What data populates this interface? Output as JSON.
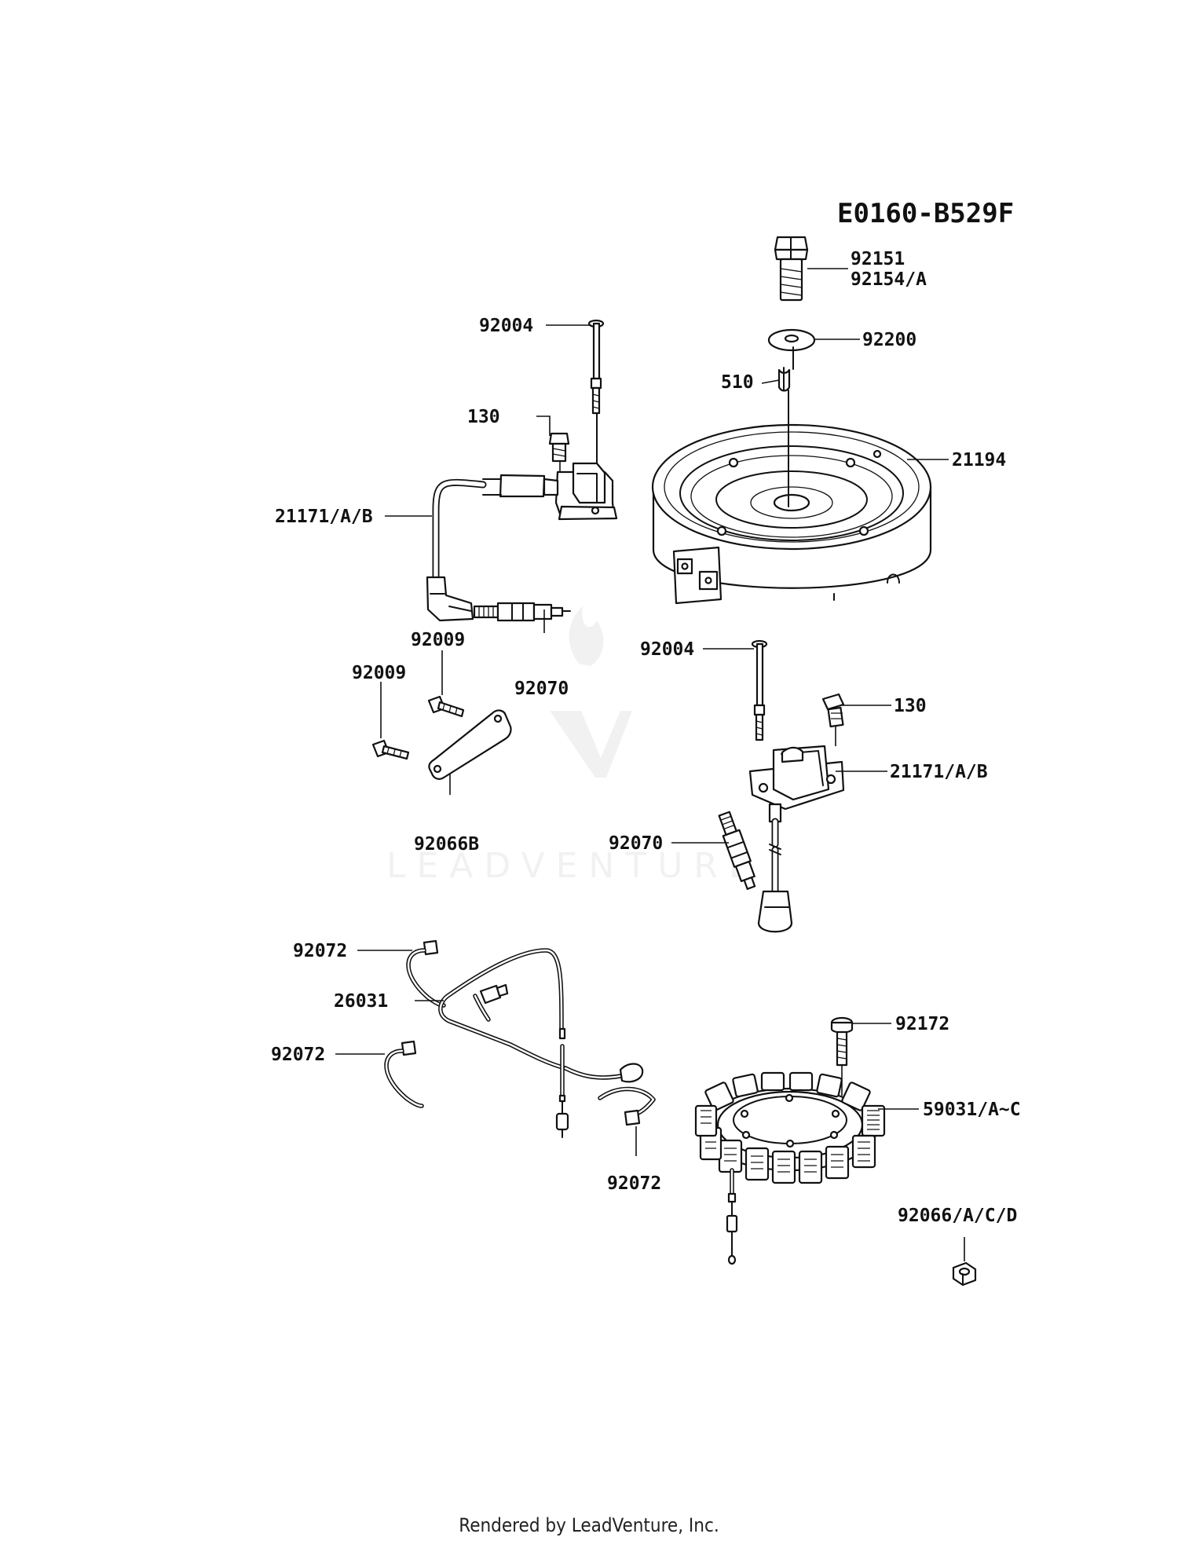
{
  "diagram_code": "E0160-B529F",
  "footer": "Rendered by LeadVenture, Inc.",
  "watermark": "LEADVENTURE",
  "labels": {
    "p92151": "92151",
    "p92154A": "92154/A",
    "p92200": "92200",
    "p510": "510",
    "p21194": "21194",
    "p92004_top": "92004",
    "p130_top": "130",
    "p21171_left": "21171/A/B",
    "p92009_a": "92009",
    "p92009_b": "92009",
    "p92070_top": "92070",
    "p92066B": "92066B",
    "p92004_right": "92004",
    "p130_right": "130",
    "p21171_right": "21171/A/B",
    "p92070_right": "92070",
    "p92072_a": "92072",
    "p26031": "26031",
    "p92072_b": "92072",
    "p92072_c": "92072",
    "p92172": "92172",
    "p59031": "59031/A~C",
    "p92066ACD": "92066/A/C/D"
  }
}
